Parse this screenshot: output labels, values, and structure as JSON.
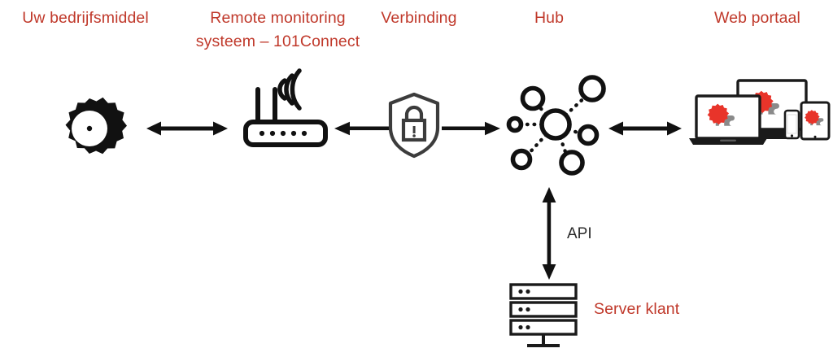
{
  "diagram": {
    "title_bar_color": "#C0392B",
    "background": "#ffffff",
    "labels": {
      "asset": "Uw bedrijfsmiddel",
      "rms": "Remote monitoring\nsysteem – 101Connect",
      "connection": "Verbinding",
      "hub": "Hub",
      "portal": "Web portaal",
      "api": "API",
      "server": "Server klant"
    },
    "nodes": [
      {
        "id": "asset",
        "icon": "gear-icon",
        "label": "Uw bedrijfsmiddel"
      },
      {
        "id": "rms",
        "icon": "router-icon",
        "label": "Remote monitoring systeem – 101Connect"
      },
      {
        "id": "connection",
        "icon": "shield-lock-icon",
        "label": "Verbinding"
      },
      {
        "id": "hub",
        "icon": "network-hub-icon",
        "label": "Hub"
      },
      {
        "id": "portal",
        "icon": "multi-device-icon",
        "label": "Web portaal"
      },
      {
        "id": "server",
        "icon": "server-rack-icon",
        "label": "Server klant"
      }
    ],
    "connectors": [
      {
        "id": "asset-rms",
        "from": "asset",
        "to": "rms",
        "direction": "both",
        "style": "solid"
      },
      {
        "id": "connection-rms",
        "from": "connection",
        "to": "rms",
        "direction": "left",
        "style": "solid"
      },
      {
        "id": "connection-hub",
        "from": "connection",
        "to": "hub",
        "direction": "right",
        "style": "solid"
      },
      {
        "id": "hub-portal",
        "from": "hub",
        "to": "portal",
        "direction": "both",
        "style": "solid"
      },
      {
        "id": "hub-server",
        "from": "hub",
        "to": "server",
        "direction": "both",
        "style": "solid",
        "annotation": "API"
      }
    ],
    "colors": {
      "accent_red": "#C0392B",
      "icon_black": "#111111",
      "icon_gray": "#3c3c3c",
      "puzzle_red": "#E8342A",
      "puzzle_gray": "#808080",
      "device_frame": "#1a1a1a"
    }
  }
}
